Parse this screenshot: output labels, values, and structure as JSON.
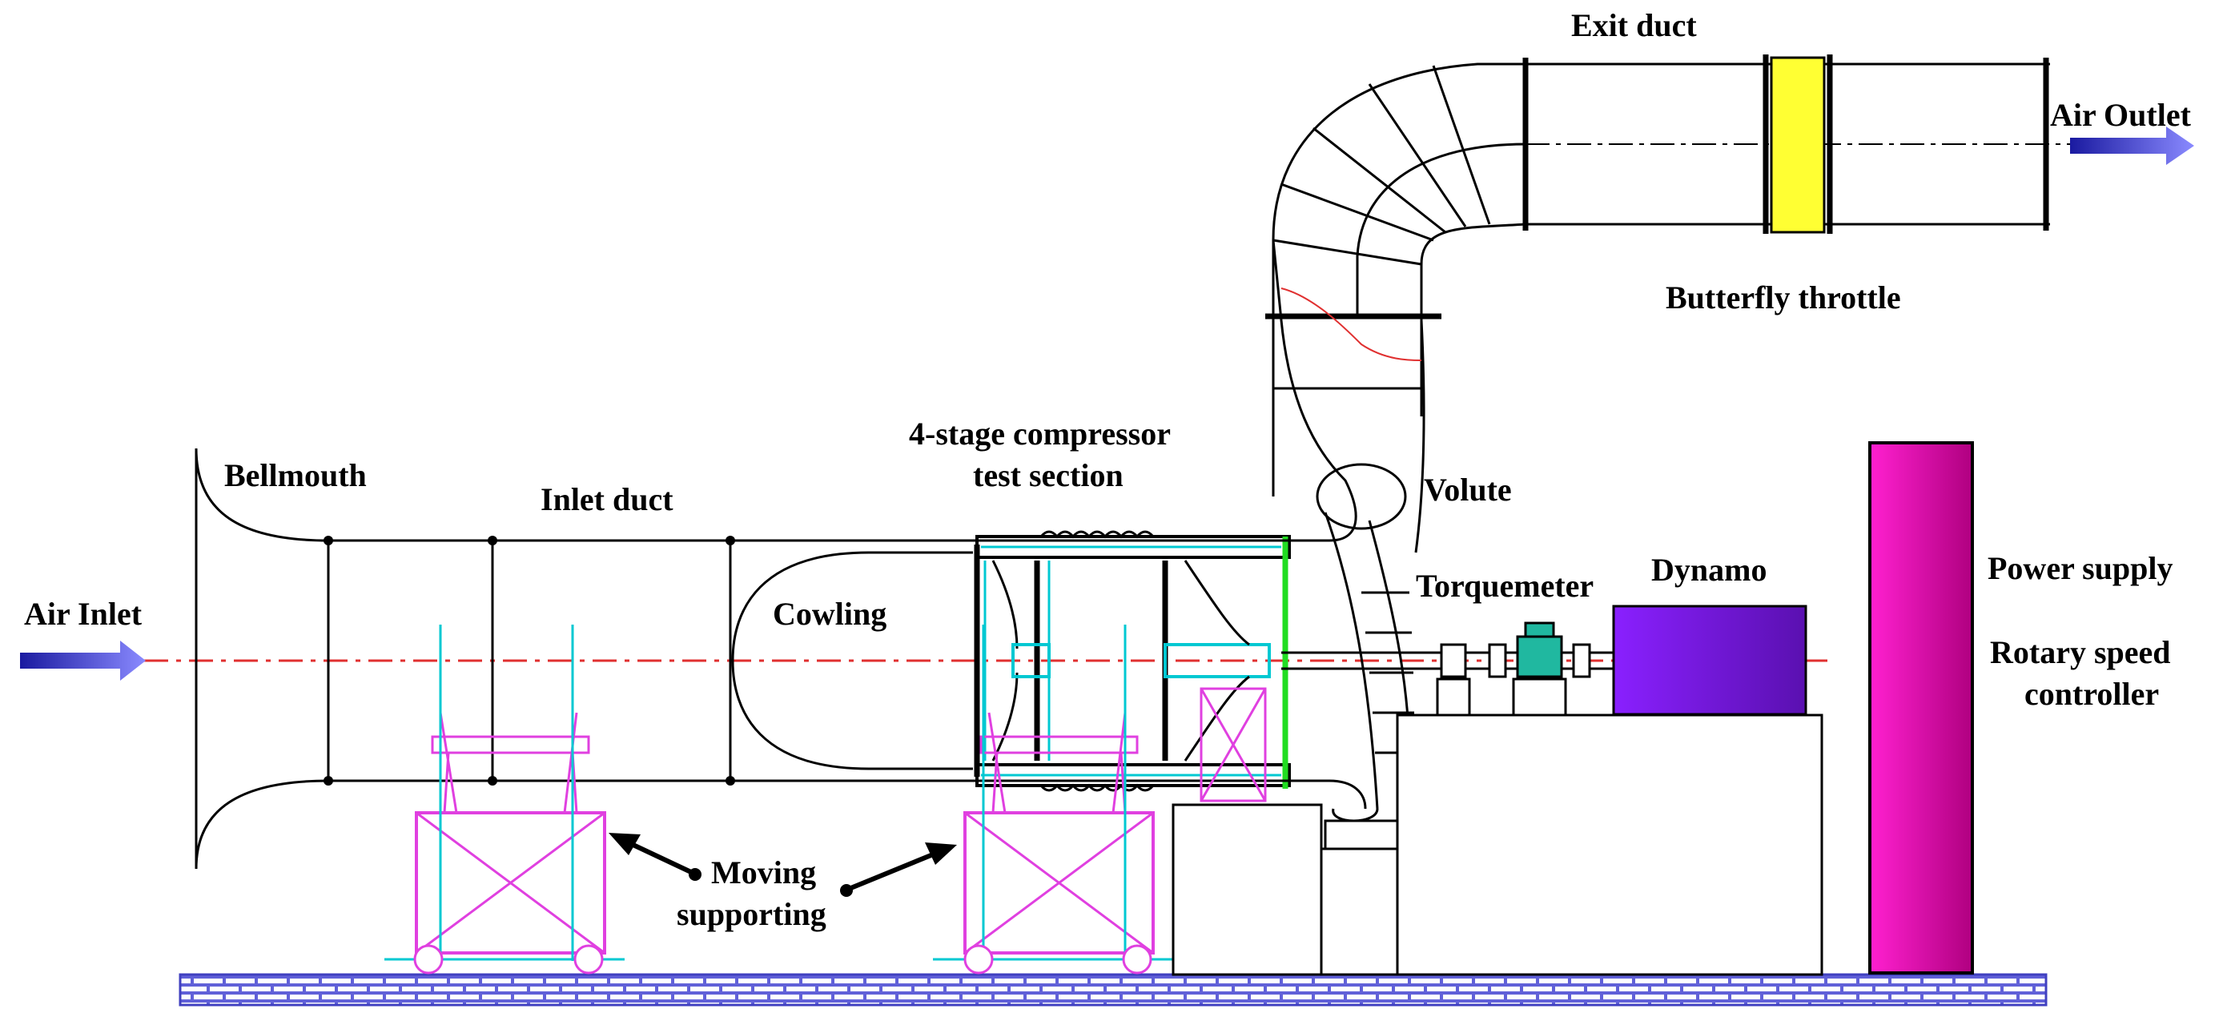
{
  "labels": {
    "exit_duct": "Exit duct",
    "air_outlet": "Air Outlet",
    "butterfly_throttle": "Butterfly throttle",
    "compressor_line1": "4-stage compressor",
    "compressor_line2": "test section",
    "bellmouth": "Bellmouth",
    "inlet_duct": "Inlet duct",
    "volute": "Volute",
    "air_inlet": "Air Inlet",
    "cowling": "Cowling",
    "torquemeter": "Torquemeter",
    "dynamo": "Dynamo",
    "power_supply": "Power supply",
    "rotary_line1": "Rotary speed",
    "rotary_line2": "controller",
    "moving_line1": "Moving",
    "moving_line2": "supporting"
  },
  "colors": {
    "flow_arrow": "#3a3ad8",
    "throttle": "#ffff33",
    "dynamo": "#7a1ee0",
    "power_supply": "#e000a0",
    "support_frame": "#e040e0",
    "centerline": "#e03030",
    "cyan_detail": "#00c8d2",
    "green_flange": "#22dd22",
    "torquemeter": "#20b8a0",
    "ground": "#7a7ae0"
  }
}
